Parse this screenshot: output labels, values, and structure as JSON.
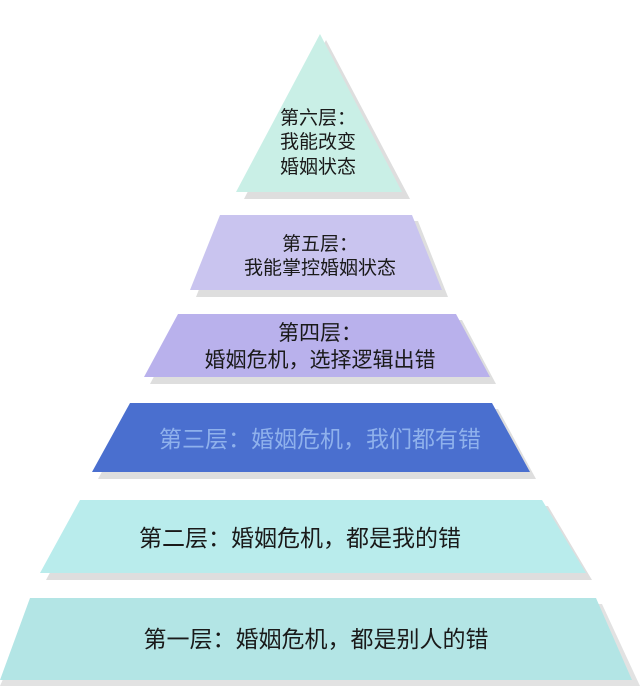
{
  "colors": {
    "level6": "#c9efe6",
    "level5": "#c9c4ef",
    "level4": "#b9b1ec",
    "level3": "#4a6fcf",
    "level3_text": "#8fb1ec",
    "level2": "#b9ecec",
    "level1": "#b3e5e5",
    "shadow": "#dcdcdc"
  },
  "pyramid": {
    "levels": [
      {
        "id": 6,
        "lines": [
          "第六层：",
          "我能改变",
          "婚姻状态"
        ]
      },
      {
        "id": 5,
        "lines": [
          "第五层：",
          "我能掌控婚姻状态"
        ]
      },
      {
        "id": 4,
        "lines": [
          "第四层：",
          "婚姻危机，选择逻辑出错"
        ]
      },
      {
        "id": 3,
        "lines": [
          "第三层：婚姻危机，我们都有错"
        ]
      },
      {
        "id": 2,
        "lines": [
          "第二层：婚姻危机，都是我的错"
        ]
      },
      {
        "id": 1,
        "lines": [
          "第一层：婚姻危机，都是别人的错"
        ]
      }
    ]
  }
}
